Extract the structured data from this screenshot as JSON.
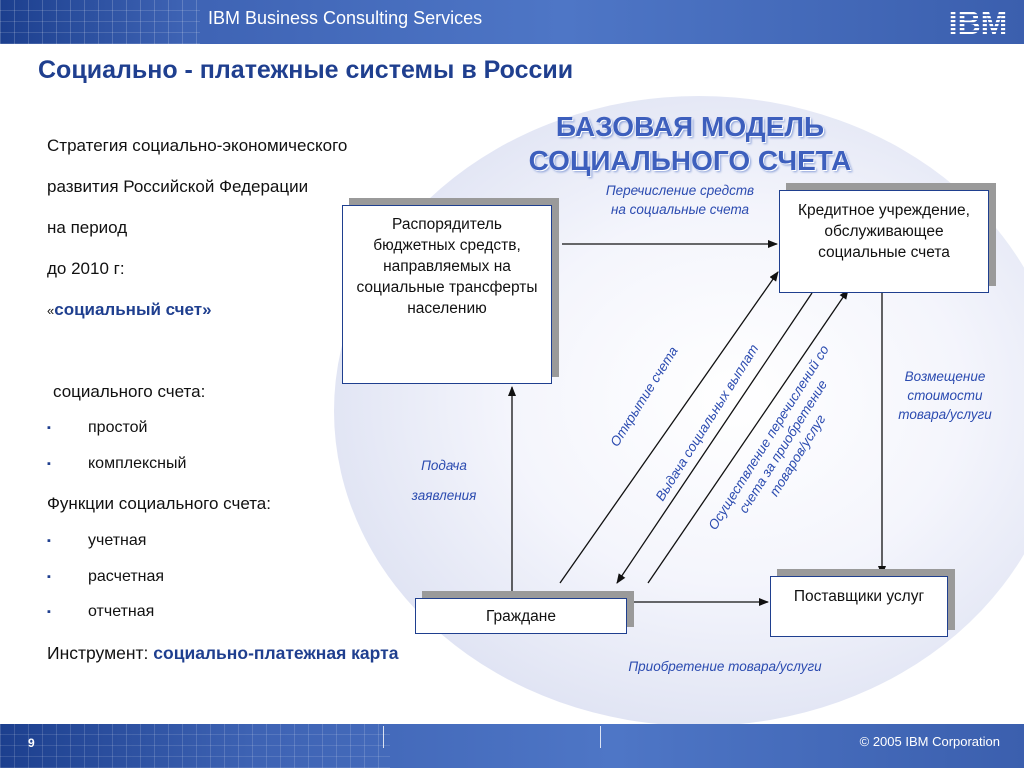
{
  "header": {
    "company": "IBM Business Consulting Services",
    "logo_text": "IBM"
  },
  "slide": {
    "title": "Социально - платежные системы в России"
  },
  "left": {
    "strategy_lines": [
      "Стратегия социально-экономического",
      "развития  Российской Федерации",
      "на период",
      "до 2010 г:"
    ],
    "social_account_open": "«",
    "social_account_text": "социальный счет»",
    "types_heading": "социального счета:",
    "types": [
      "простой",
      "комплексный"
    ],
    "functions_heading": "Функции социального счета:",
    "functions": [
      "учетная",
      "расчетная",
      "отчетная"
    ],
    "instrument_label": "Инструмент: ",
    "instrument_value": "социально-платежная карта",
    "bullet_symbol": "▪"
  },
  "diagram": {
    "title_line1": "БАЗОВАЯ   МОДЕЛЬ",
    "title_line2": "СОЦИАЛЬНОГО   СЧЕТА",
    "boxes": {
      "budget_holder": "Распорядитель бюджетных средств, направляемых на социальные трансферты населению",
      "credit_institution": "Кредитное учреждение, обслуживающее социальные счета",
      "citizens": "Граждане",
      "providers": "Поставщики услуг"
    },
    "labels": {
      "transfer": "Перечисление средств на социальные счета",
      "application_line1": "Подача",
      "application_line2": "заявления",
      "reimbursement": "Возмещение стоимости товара/услуги",
      "purchase": "Приобретение товара/услуги",
      "open_account": "Открытие счета",
      "payout": "Выдача  социальных выплат",
      "transfers_line1": "Осуществление  перечислений со",
      "transfers_line2": "счета за приобретение",
      "transfers_line3": "товаров/услуг"
    }
  },
  "footer": {
    "page_number": "9",
    "copyright": "© 2005 IBM Corporation"
  },
  "colors": {
    "brand_blue": "#1f3f8f",
    "label_blue": "#2b4bb0",
    "bar_blue": "#4e76c6"
  }
}
